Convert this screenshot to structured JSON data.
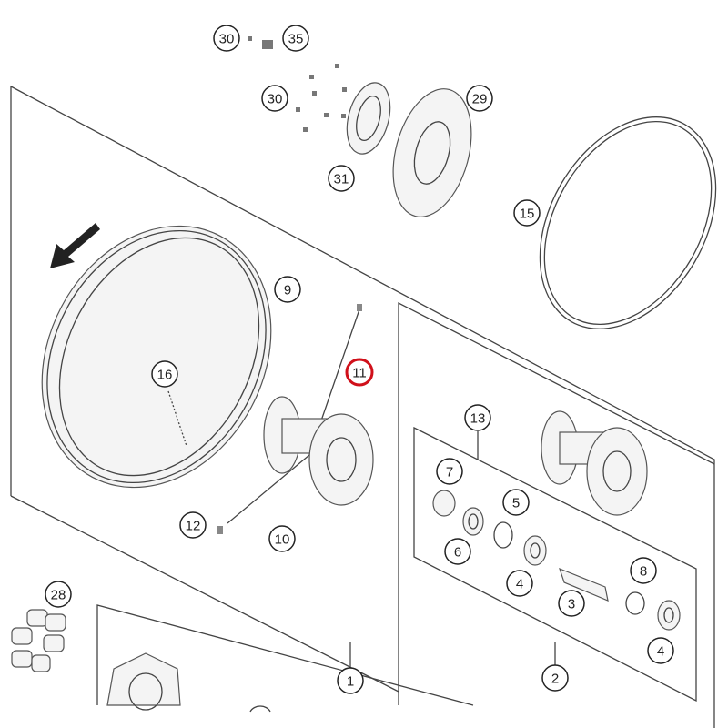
{
  "diagram": {
    "highlight_color": "#d0101a",
    "callouts": [
      {
        "id": "c30a",
        "label": "30"
      },
      {
        "id": "c35",
        "label": "35"
      },
      {
        "id": "c30b",
        "label": "30"
      },
      {
        "id": "c29",
        "label": "29"
      },
      {
        "id": "c31",
        "label": "31"
      },
      {
        "id": "c15",
        "label": "15"
      },
      {
        "id": "c9",
        "label": "9"
      },
      {
        "id": "c11",
        "label": "11",
        "highlighted": true
      },
      {
        "id": "c16",
        "label": "16"
      },
      {
        "id": "c13",
        "label": "13"
      },
      {
        "id": "c7",
        "label": "7"
      },
      {
        "id": "c5",
        "label": "5"
      },
      {
        "id": "c6",
        "label": "6"
      },
      {
        "id": "c4a",
        "label": "4"
      },
      {
        "id": "c8",
        "label": "8"
      },
      {
        "id": "c3",
        "label": "3"
      },
      {
        "id": "c4b",
        "label": "4"
      },
      {
        "id": "c12",
        "label": "12"
      },
      {
        "id": "c10",
        "label": "10"
      },
      {
        "id": "c28",
        "label": "28"
      },
      {
        "id": "c1",
        "label": "1"
      },
      {
        "id": "c2",
        "label": "2"
      }
    ]
  }
}
